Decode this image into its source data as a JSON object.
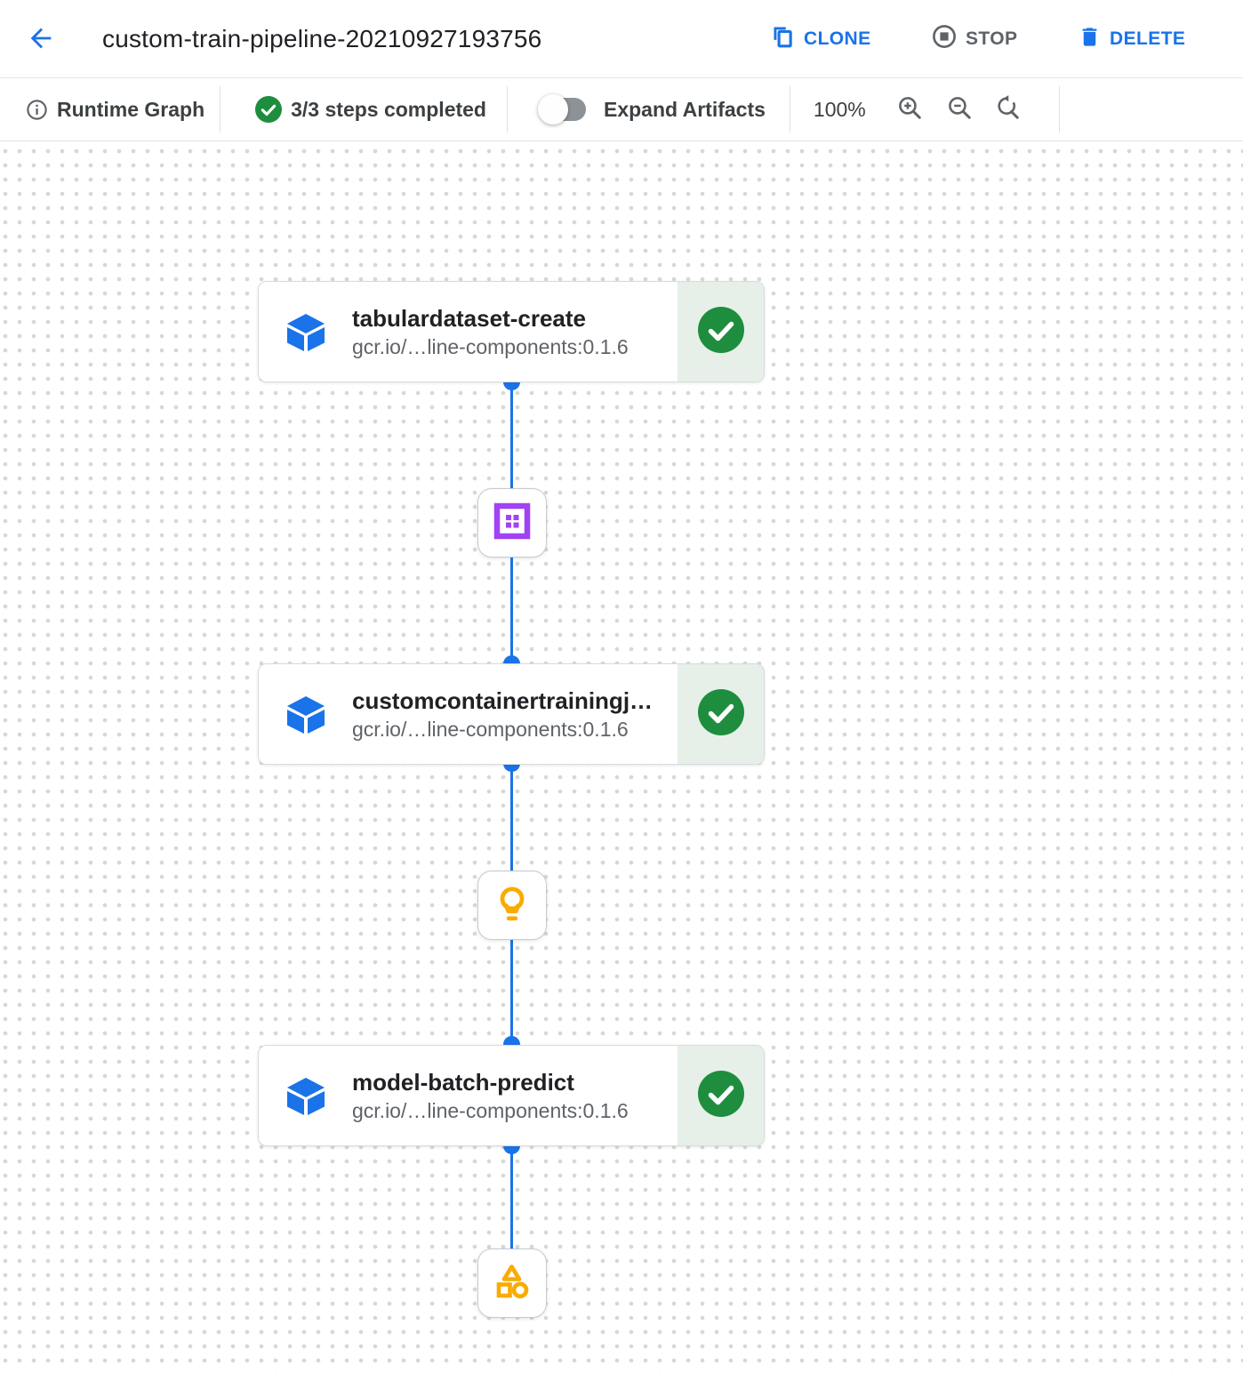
{
  "header": {
    "title": "custom-train-pipeline-20210927193756",
    "actions": {
      "clone": "CLONE",
      "stop": "STOP",
      "delete": "DELETE"
    }
  },
  "toolbar": {
    "view_label": "Runtime Graph",
    "steps_status": "3/3 steps completed",
    "expand_toggle_label": "Expand Artifacts",
    "expand_artifacts_enabled": false,
    "zoom_level": "100%"
  },
  "graph": {
    "steps": [
      {
        "title": "tabulardataset-create",
        "subtitle": "gcr.io/…line-components:0.1.6",
        "status": "completed"
      },
      {
        "title": "customcontainertrainingj…",
        "subtitle": "gcr.io/…line-components:0.1.6",
        "status": "completed"
      },
      {
        "title": "model-batch-predict",
        "subtitle": "gcr.io/…line-components:0.1.6",
        "status": "completed"
      }
    ],
    "artifacts": [
      {
        "kind": "dataset",
        "icon": "dataset-grid-icon",
        "color": "#a142f4"
      },
      {
        "kind": "model",
        "icon": "lightbulb-icon",
        "color": "#f9ab00"
      },
      {
        "kind": "generic-artifact",
        "icon": "shapes-icon",
        "color": "#f9ab00"
      }
    ]
  },
  "icons": {
    "back": "arrow-left",
    "clone": "copy-squares",
    "stop": "stop-circle",
    "delete": "trash",
    "info": "info-circle",
    "completed": "check-circle",
    "zoom_in": "magnifier-plus",
    "zoom_out": "magnifier-minus",
    "zoom_reset": "magnifier-reset-arrow",
    "step": "blue-cube"
  },
  "colors": {
    "accent_blue": "#1a73e8",
    "success_green": "#1e8e3e",
    "success_bg": "#e6f0e8",
    "dataset_purple": "#a142f4",
    "artifact_orange": "#f9ab00",
    "text_primary": "#202124",
    "text_secondary": "#5f6368",
    "grid_dot": "#d7d7d7"
  }
}
